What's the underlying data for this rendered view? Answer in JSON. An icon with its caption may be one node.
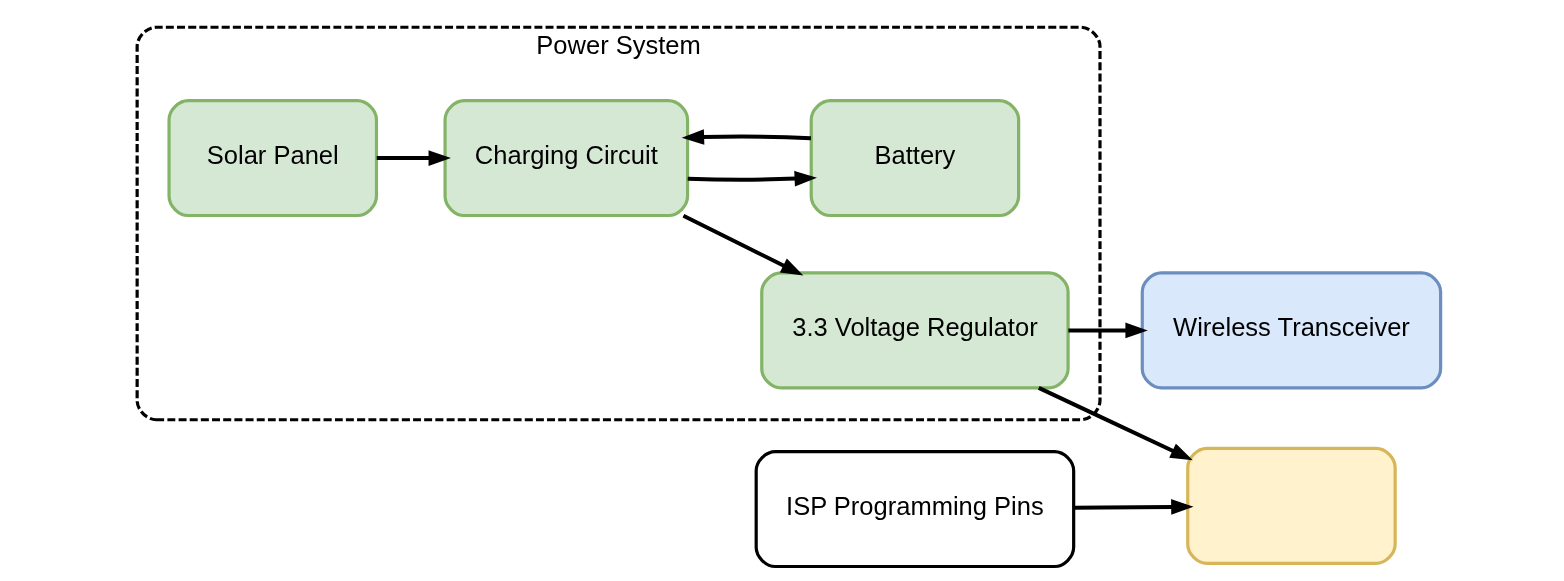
{
  "diagram": {
    "nodes": [
      {
        "text": [
          "Power System"
        ]
      },
      {
        "text": [
          "Solar Panel"
        ],
        "in": 0
      },
      {
        "text": [
          "Charging Circuit"
        ],
        "in": 0
      },
      {
        "text": [
          "3.3 Voltage Regulator"
        ],
        "in": 0
      },
      {
        "text": [
          "Battery"
        ],
        "in": 0
      },
      {
        "text": [
          "Wireless Transceiver"
        ]
      },
      {
        "text": [],
        "shape": "box"
      },
      {
        "text": [
          "ISP Programming Pins"
        ]
      }
    ],
    "edges": [
      {
        "from": 1,
        "to": 2,
        "arrow": "to"
      },
      {
        "from": 2,
        "to": 3,
        "arrow": "to"
      },
      {
        "from": 2,
        "to": 4,
        "arrow": "to"
      },
      {
        "from": 4,
        "to": 2,
        "arrow": "to"
      },
      {
        "from": 3,
        "to": 5,
        "arrow": "to"
      },
      {
        "from": 3,
        "to": 6,
        "arrow": "to"
      },
      {
        "from": 7,
        "to": 6,
        "arrow": "to"
      }
    ]
  }
}
